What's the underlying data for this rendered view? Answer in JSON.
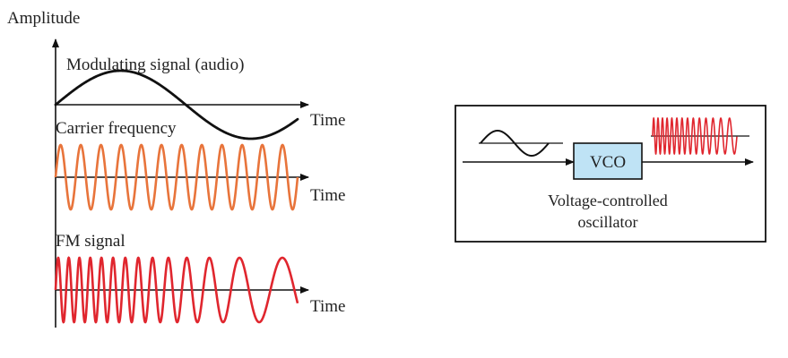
{
  "left_panel": {
    "y_axis_label": "Amplitude",
    "modulating": {
      "label": "Modulating signal (audio)",
      "axis_label": "Time",
      "color": "#111111"
    },
    "carrier": {
      "label": "Carrier frequency",
      "axis_label": "Time",
      "color": "#e8743b"
    },
    "fm": {
      "label": "FM signal",
      "axis_label": "Time",
      "color": "#e0262e"
    }
  },
  "right_panel": {
    "block_label": "VCO",
    "caption_line1": "Voltage-controlled",
    "caption_line2": "oscillator",
    "block_fill": "#bfe3f5",
    "input_wave_color": "#111111",
    "output_wave_color": "#e0262e"
  }
}
